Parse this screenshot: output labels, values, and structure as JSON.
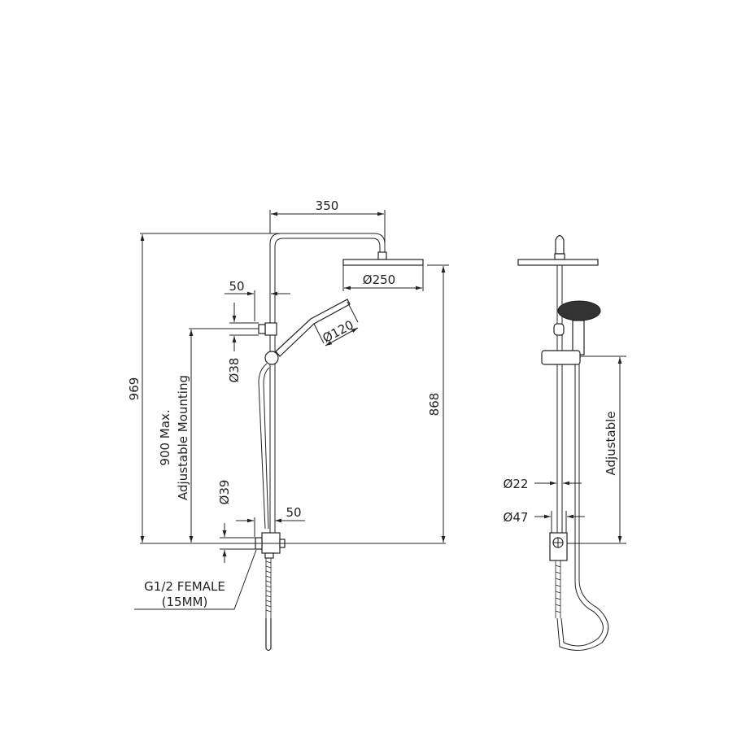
{
  "front_view": {
    "dim_arm_length": "350",
    "dim_overall_height": "969",
    "dim_head_height": "868",
    "dim_head_diameter": "Ø250",
    "dim_bracket_offset": "50",
    "dim_bracket_diameter": "Ø38",
    "dim_handshower_diameter": "Ø120",
    "dim_mounting_line1": "900 Max.",
    "dim_mounting_line2": "Adjustable Mounting",
    "dim_inlet_diameter": "Ø39",
    "dim_inlet_offset": "50",
    "inlet_label_line1": "G1/2 FEMALE",
    "inlet_label_line2": "(15MM)"
  },
  "side_view": {
    "dim_adjustable": "Adjustable",
    "dim_rail_diameter": "Ø22",
    "dim_elbow_diameter": "Ø47"
  },
  "colors": {
    "line": "#222222",
    "background": "#ffffff"
  }
}
